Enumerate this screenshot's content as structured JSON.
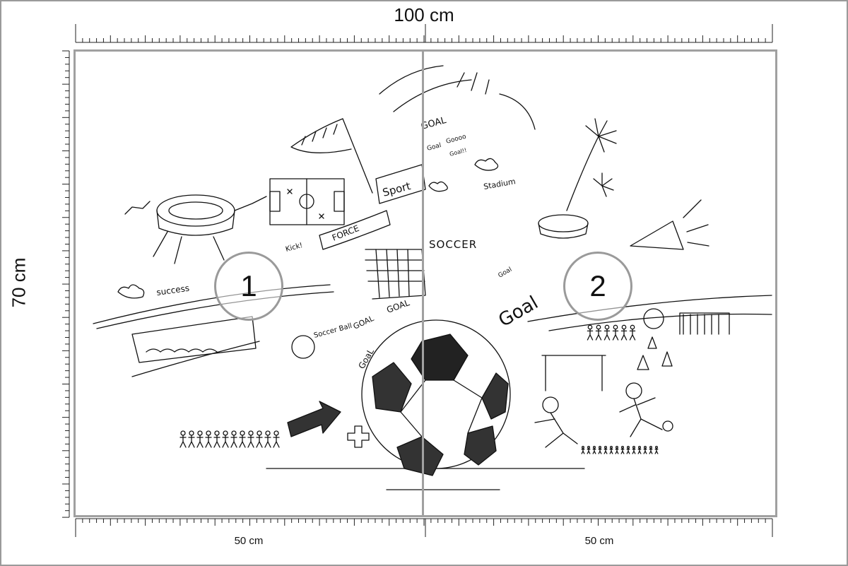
{
  "dimensions": {
    "total_width": "100 cm",
    "total_height": "70 cm",
    "panel_1_width": "50 cm",
    "panel_2_width": "50 cm"
  },
  "panels": [
    {
      "number": "1"
    },
    {
      "number": "2"
    }
  ],
  "artwork": {
    "words": {
      "success": "success",
      "force": "FORCE",
      "sport": "Sport",
      "kick": "Kick!",
      "soccer_ball": "Soccer Ball",
      "goal_1": "GOAL",
      "goal_2": "GOAL",
      "goal_3": "GoaL",
      "goal_big": "Goal",
      "goal_4": "GOAL",
      "goooo": "Goooo",
      "goal_5": "Goal",
      "goal_6": "Goal!!",
      "stadium": "Stadium",
      "soccer": "SOCCER",
      "goal_side": "Goal"
    }
  },
  "colors": {
    "frame": "#a0a0a0",
    "ink": "#111111",
    "background": "#ffffff"
  }
}
